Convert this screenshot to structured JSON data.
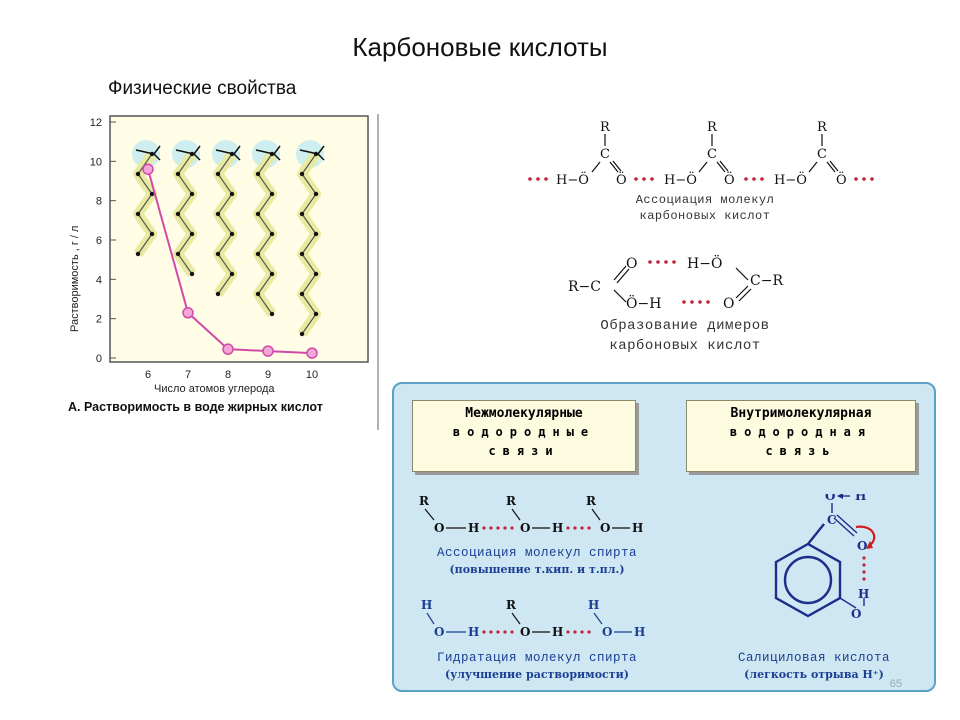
{
  "title": "Карбоновые кислоты",
  "subtitle": "Физические свойства",
  "chart_data": {
    "type": "line",
    "ylabel": "Растворимость , г / л",
    "xlabel": "Число атомов углерода",
    "categories": [
      "6",
      "7",
      "8",
      "9",
      "10"
    ],
    "series": [
      {
        "values": [
          9.6,
          2.3,
          0.45,
          0.35,
          0.25
        ]
      }
    ],
    "ylim": [
      0,
      12
    ],
    "yticks": [
      "0",
      "2",
      "4",
      "6",
      "8",
      "10",
      "12"
    ],
    "line_color": "#d14aa8",
    "caption": "А. Растворимость в воде жирных кислот"
  },
  "assoc": {
    "top": [
      "R",
      "R",
      "R"
    ],
    "carbon": [
      "C",
      "C",
      "C"
    ],
    "units": [
      "H−Ö",
      "Ö",
      "H−Ö",
      "Ö",
      "H−Ö",
      "Ö"
    ],
    "caption1": "Ассоциация молекул",
    "caption2": "карбоновых кислот"
  },
  "dimer": {
    "left_group": "R−C",
    "right_group": "C−R",
    "top_o": "O",
    "top_ho": "H−Ö",
    "bottom_oh": "Ö−H",
    "bottom_o": "O",
    "caption1": "Образование димеров",
    "caption2": "карбоновых кислот"
  },
  "panel": {
    "box1": {
      "line1": "Межмолекулярные",
      "line2": "водородные",
      "line3": "связи"
    },
    "box2": {
      "line1": "Внутримолекулярная",
      "line2": "водородная",
      "line3": "связь"
    },
    "alcohol_assoc": {
      "r": [
        "R",
        "R",
        "R"
      ],
      "o": [
        "O",
        "O",
        "O"
      ],
      "h": [
        "H",
        "H",
        "H"
      ],
      "caption": "Ассоциация молекул спирта",
      "sub": "(повышение т.кип. и т.пл.)"
    },
    "hydration": {
      "top": [
        "H",
        "R",
        "H"
      ],
      "o": [
        "O",
        "O",
        "O"
      ],
      "h": [
        "H",
        "H",
        "H"
      ],
      "caption": "Гидратация молекул спирта",
      "sub": "(улучшение растворимости)"
    },
    "salicylic": {
      "o_top": "O",
      "h_top": "H",
      "c": "C",
      "o_mid": "O",
      "h_mid": "H",
      "o_bot": "O",
      "caption": "Салициловая кислота",
      "sub": "(легкость отрыва H⁺)"
    }
  },
  "page_number": "65"
}
